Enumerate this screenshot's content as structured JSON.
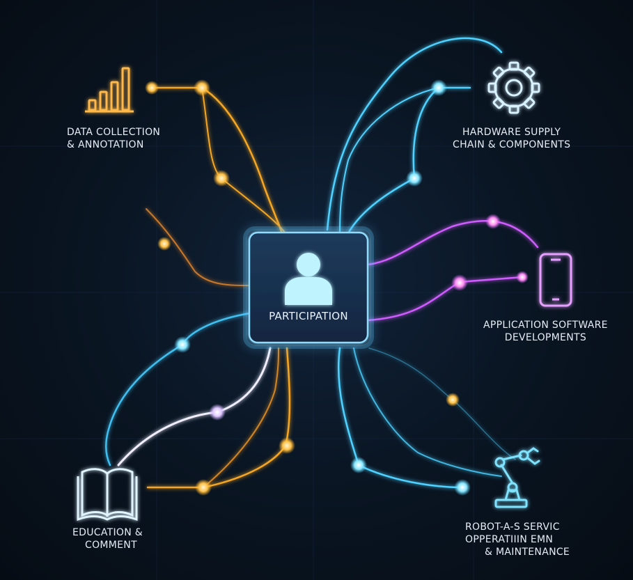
{
  "center": {
    "label": "PARTICIPATION",
    "icon": "person-icon"
  },
  "nodes": {
    "data_collection": {
      "line1": "DATA COLLECTION",
      "line2": "& ANNOTATION",
      "icon": "bar-chart-icon",
      "color": "#f5a623"
    },
    "hardware": {
      "line1": "HARDWARE SUPPLY",
      "line2": "CHAIN & COMPONENTS",
      "icon": "gear-icon",
      "color": "#4fd2ff"
    },
    "application": {
      "line1": "APPLICATION SOFTWARE",
      "line2": "DEVELOPMENTS",
      "icon": "smartphone-icon",
      "color": "#d05cff"
    },
    "education": {
      "line1": "EDUCATION &",
      "line2": "COMMENT",
      "icon": "open-book-icon",
      "color": "#f5a623"
    },
    "robot": {
      "line1": "ROBOT-A-S SERVIC",
      "line2": "OPPERATIIIN EMN",
      "line3": "& MAINTENANCE",
      "icon": "robot-arm-icon",
      "color": "#4fd2ff"
    }
  },
  "colors": {
    "background": "#081018",
    "orange": "#f5a623",
    "cyan": "#4fd2ff",
    "magenta": "#d05cff",
    "violet": "#c9a8ff",
    "white": "#f2f2ff"
  }
}
